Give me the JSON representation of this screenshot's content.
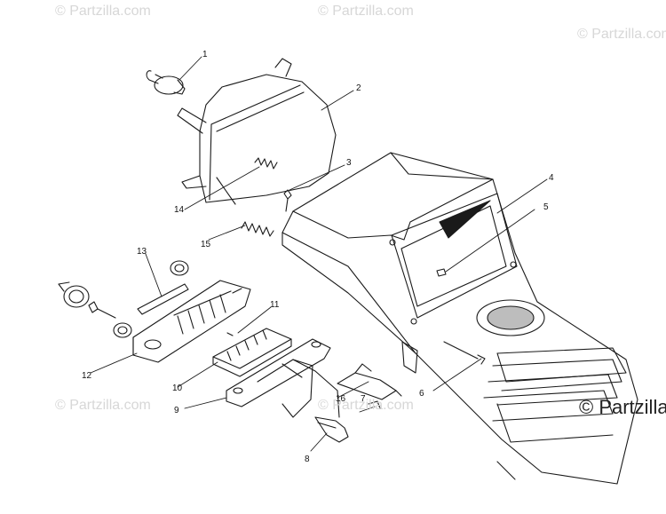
{
  "watermarks": {
    "w1": "© Partzilla.com",
    "w2": "© Partzilla.com",
    "w3": "© Partzilla.com",
    "w4": "© Partzilla.com",
    "w5": "© Partzilla.com",
    "w6": "© Partzilla"
  },
  "callouts": {
    "c1": "1",
    "c2": "2",
    "c3": "3",
    "c4": "4",
    "c5": "5",
    "c6": "6",
    "c7": "7",
    "c8": "8",
    "c9": "9",
    "c10": "10",
    "c11": "11",
    "c12": "12",
    "c13": "13",
    "c14": "14",
    "c15": "15",
    "c16": "16"
  },
  "colors": {
    "line": "#1a1a1a",
    "watermark": "#d7d7d7",
    "background": "#ffffff"
  }
}
